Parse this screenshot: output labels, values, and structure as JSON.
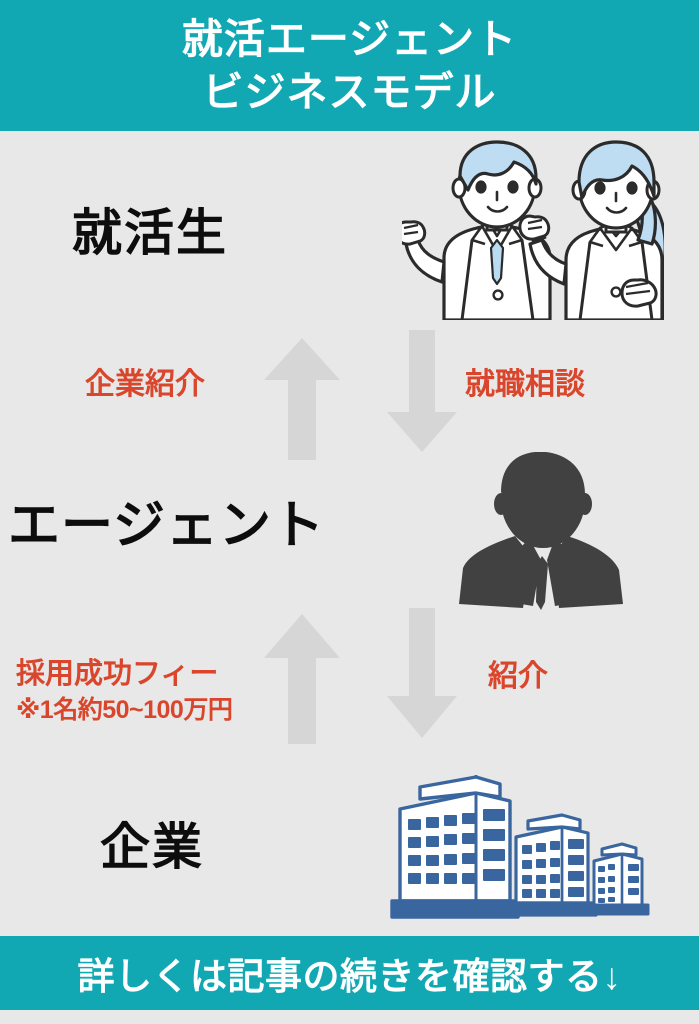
{
  "header": {
    "title_line1": "就活エージェント",
    "title_line2": "ビジネスモデル",
    "background_color": "#11a8b3",
    "text_color": "#ffffff"
  },
  "canvas": {
    "background_color": "#e8e8e8"
  },
  "nodes": {
    "students": {
      "label": "就活生",
      "illustration": "two-job-hunting-students-illustration"
    },
    "agent": {
      "label": "エージェント",
      "illustration": "agent-silhouette-illustration"
    },
    "company": {
      "label": "企業",
      "illustration": "office-buildings-illustration"
    }
  },
  "flows": {
    "company_introduction": {
      "label": "企業紹介",
      "direction": "up",
      "color": "#d9462b"
    },
    "job_consultation": {
      "label": "就職相談",
      "direction": "down",
      "color": "#d9462b"
    },
    "success_fee": {
      "label": "採用成功フィー",
      "note": "※1名約50~100万円",
      "direction": "up",
      "color": "#d9462b"
    },
    "referral": {
      "label": "紹介",
      "direction": "down",
      "color": "#d9462b"
    }
  },
  "arrows": {
    "fill_color": "#d6d6d6",
    "up_icon": "arrow-up-icon",
    "down_icon": "arrow-down-icon"
  },
  "cta": {
    "text": "詳しくは記事の続きを確認する↓",
    "background_color": "#11a8b3",
    "text_color": "#ffffff"
  },
  "palette": {
    "teal": "#11a8b3",
    "red": "#d9462b",
    "gray_arrow": "#d6d6d6",
    "building_blue": "#3a66a0",
    "hair_blue": "#bedcf2",
    "silhouette": "#414141"
  }
}
